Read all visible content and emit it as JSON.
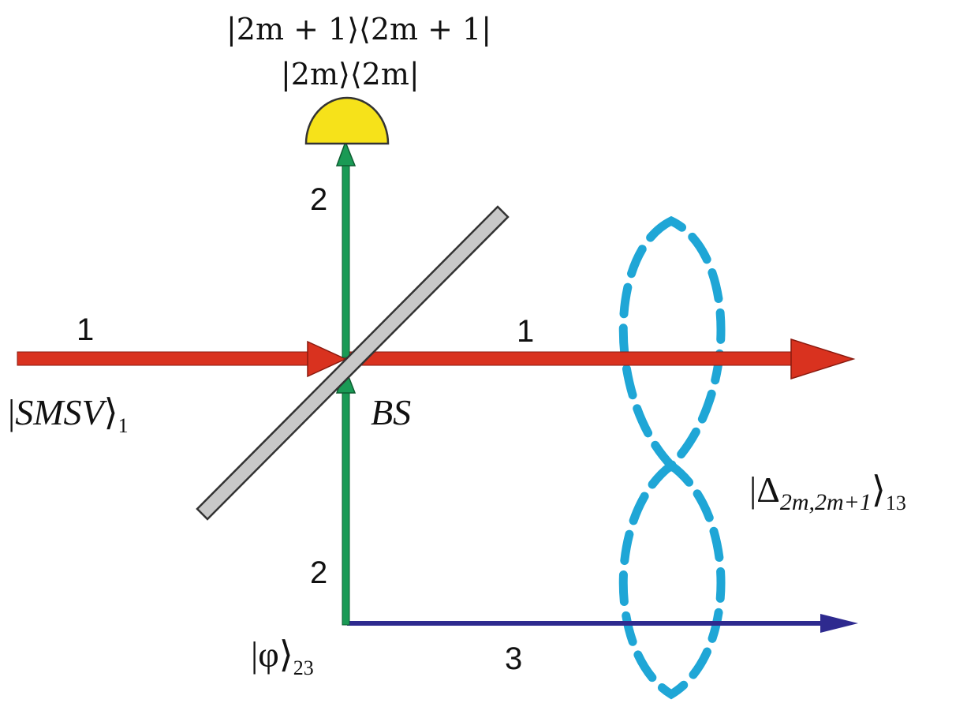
{
  "diagram": {
    "detector_labels": {
      "odd": "|2m + 1⟩⟨2m + 1|",
      "even": "|2m⟩⟨2m|"
    },
    "mode_labels": {
      "input_mode_1": "1",
      "output_mode_1": "1",
      "mode_2_top": "2",
      "mode_2_bottom": "2",
      "mode_3": "3"
    },
    "beam_splitter_label": "BS",
    "input_state": {
      "symbol": "SMSV",
      "subscript": "1"
    },
    "ancilla_state": {
      "symbol": "φ",
      "subscript": "23"
    },
    "output_state": {
      "symbol": "Δ",
      "symbol_subscript": "2m,2m+1",
      "subscript": "13"
    },
    "colors": {
      "mode_1_beam": "#d9321f",
      "mode_2_beam": "#1a9a55",
      "mode_3_beam": "#2e2a8f",
      "beam_splitter": "#c8c8c8",
      "detector": "#f6e21a",
      "entanglement_loop": "#1fa6d6"
    }
  }
}
